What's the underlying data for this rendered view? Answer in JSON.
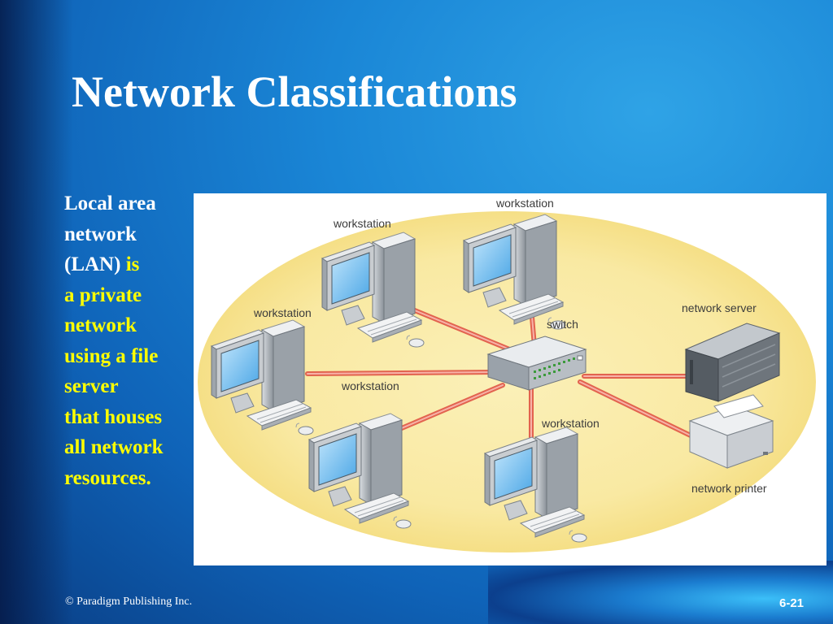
{
  "slide": {
    "title": "Network Classifications",
    "body": {
      "line1": "Local area",
      "line2": "network",
      "line3_white": "(LAN)",
      "line3_yellow": "is",
      "line4": "a private",
      "line5": "network",
      "line6": "using a file",
      "line7": "server",
      "line8": "that houses",
      "line9": "all network",
      "line10": "resources."
    },
    "colors": {
      "highlight": "#ffff00",
      "title": "#ffffff",
      "background_accent": "#1a86d6"
    }
  },
  "diagram": {
    "labels": {
      "workstation_top_left": "workstation",
      "workstation_top_right": "workstation",
      "workstation_left": "workstation",
      "workstation_center": "workstation",
      "workstation_bottom_right": "workstation",
      "switch": "switch",
      "network_server": "network server",
      "network_printer": "network printer"
    }
  },
  "footer": {
    "copyright": "© Paradigm Publishing Inc.",
    "page": "6-21"
  }
}
